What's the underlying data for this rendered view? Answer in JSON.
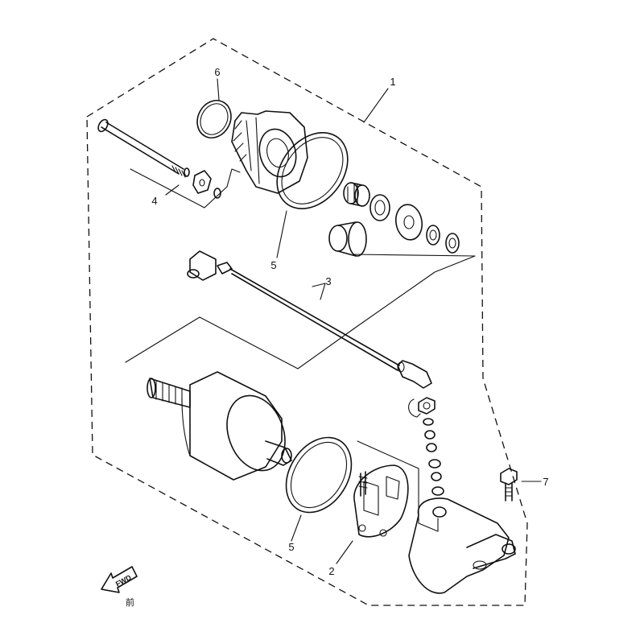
{
  "callouts": [
    {
      "id": "part-1",
      "label": "1"
    },
    {
      "id": "part-2",
      "label": "2"
    },
    {
      "id": "part-3",
      "label": "3"
    },
    {
      "id": "part-4",
      "label": "4"
    },
    {
      "id": "part-5-upper",
      "label": "5"
    },
    {
      "id": "part-5-lower",
      "label": "5"
    },
    {
      "id": "part-6",
      "label": "6"
    },
    {
      "id": "part-7",
      "label": "7"
    }
  ],
  "direction_marker": {
    "arrow_text": "FWD",
    "caption": "前"
  }
}
